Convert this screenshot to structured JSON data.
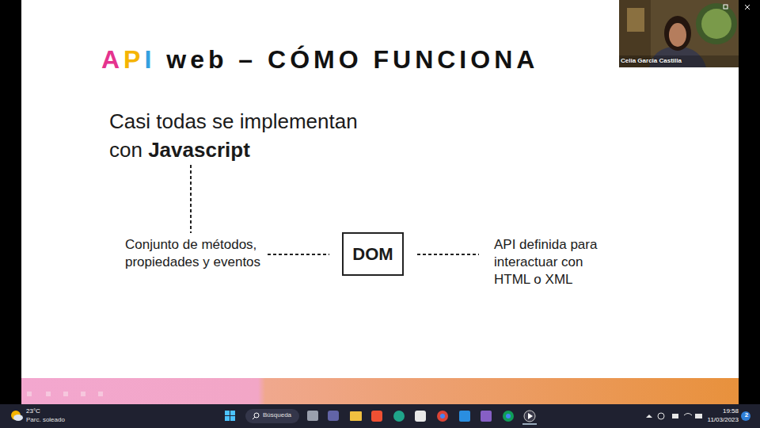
{
  "diagram": {
    "title": "API web – CÓMO FUNCIONA",
    "nodes": [
      {
        "text": [
          "DOM"
        ]
      }
    ],
    "labels": [
      "Casi todas se implementan con Javascript",
      "Conjunto de métodos, propiedades y eventos",
      "API definida para interactuar con HTML o XML",
      "Celia Garcia Castilla",
      "23°C",
      "Parc. soleado",
      "Búsqueda",
      "19:58",
      "11/03/2023",
      "2"
    ]
  }
}
